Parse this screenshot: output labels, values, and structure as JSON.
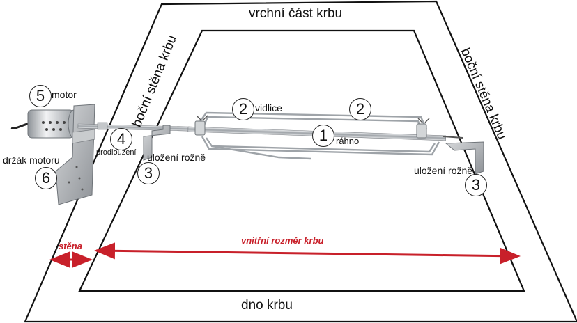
{
  "labels": {
    "top": "vrchní část krbu",
    "bottom": "dno krbu",
    "side_left": "boční stěna krbu",
    "side_right": "boční stěna krbu",
    "motor": "motor",
    "vidlice": "vidlice",
    "rahno": "ráhno",
    "prodlouzeni": "prodloužení",
    "ulozeni_left": "uložení rožně",
    "ulozeni_right": "uložení rožně",
    "drzak": "držák motoru",
    "stena": "stěna",
    "vnitrni": "vnitřní rozměr krbu"
  },
  "numbers": {
    "n1": "1",
    "n2a": "2",
    "n2b": "2",
    "n3a": "3",
    "n3b": "3",
    "n4": "4",
    "n5": "5",
    "n6": "6"
  },
  "colors": {
    "accent": "#c8202a",
    "frame": "#111111",
    "metal": "#b5b8bc"
  }
}
